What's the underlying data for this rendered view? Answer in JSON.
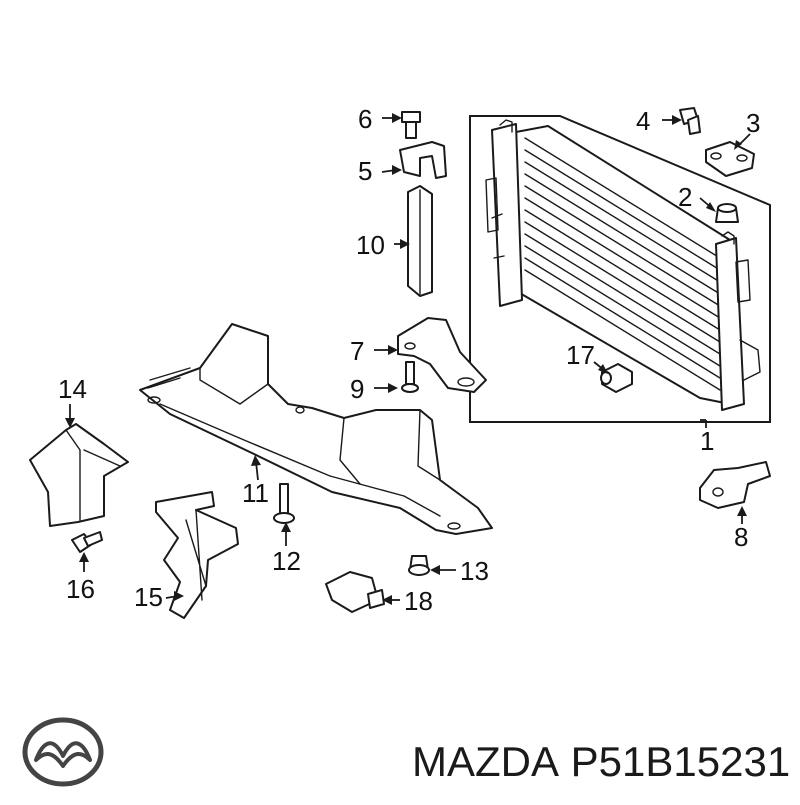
{
  "brand": "MAZDA",
  "part_number": "P51B15231",
  "callouts": [
    "1",
    "2",
    "3",
    "4",
    "5",
    "6",
    "7",
    "8",
    "9",
    "10",
    "11",
    "12",
    "13",
    "14",
    "15",
    "16",
    "17",
    "18"
  ],
  "logo_icon": "mazda-logo-icon"
}
